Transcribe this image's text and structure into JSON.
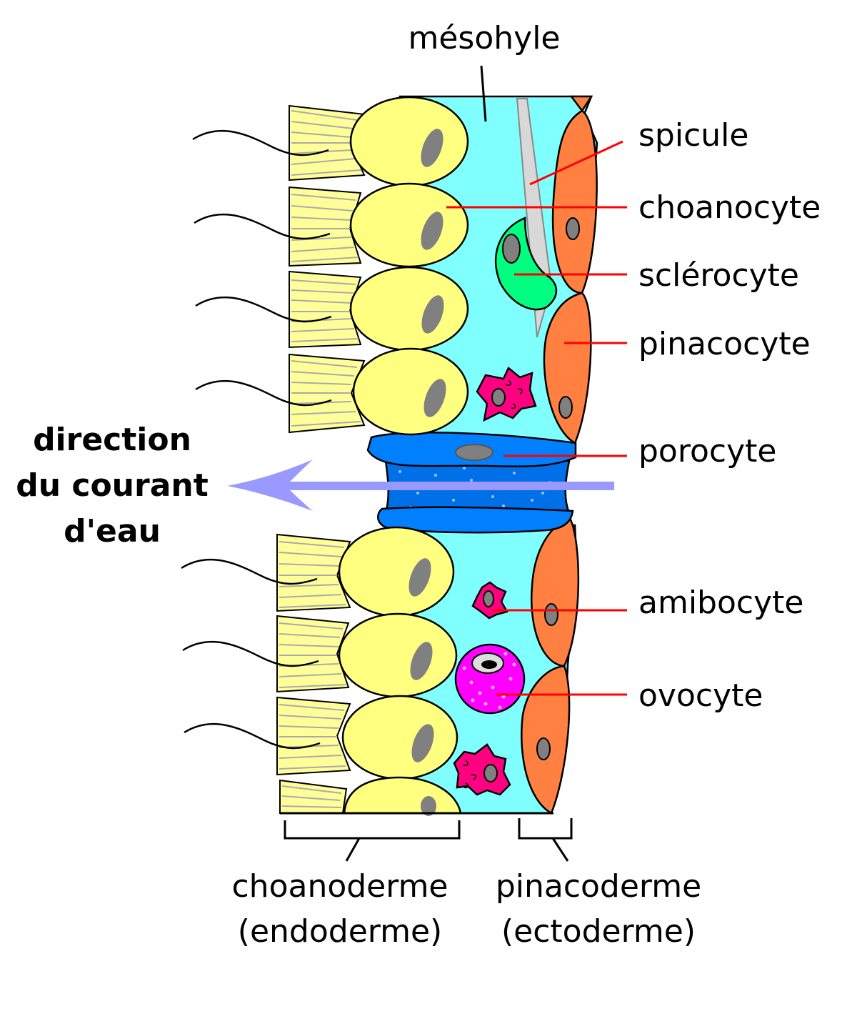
{
  "labels": {
    "mesohyle": "mésohyle",
    "spicule": "spicule",
    "choanocyte": "choanocyte",
    "sclerocyte": "sclérocyte",
    "pinacocyte": "pinacocyte",
    "porocyte": "porocyte",
    "amibocyte": "amibocyte",
    "ovocyte": "ovocyte",
    "water_flow_line1": "direction",
    "water_flow_line2": "du courant",
    "water_flow_line3": "d'eau",
    "choanoderme": "choanoderme",
    "endoderme": "(endoderme)",
    "pinacoderme": "pinacoderme",
    "ectoderme": "(ectoderme)"
  },
  "colors": {
    "mesohyle": "#80ffff",
    "choanocyte": "#ffff80",
    "collar": "#ffff99",
    "nucleus": "#808080",
    "pinacocyte": "#ff8040",
    "sclerocyte": "#00ff80",
    "porocyte": "#0080ff",
    "amibocyte": "#ff0080",
    "ovocyte": "#ff00ff",
    "spicule": "#d0d0d0",
    "flow_arrow": "#9999ff",
    "leader_lines": "#ff0000"
  }
}
